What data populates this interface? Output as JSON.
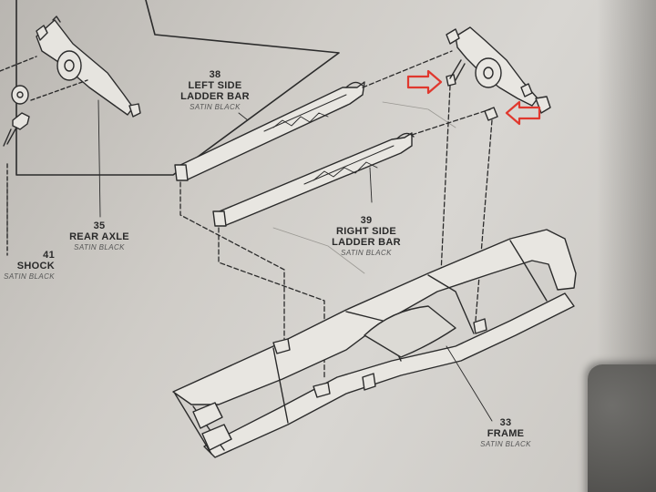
{
  "parts": [
    {
      "id": "left-ladder-bar",
      "number": "38",
      "name_line1": "LEFT SIDE",
      "name_line2": "LADDER BAR",
      "finish": "SATIN BLACK"
    },
    {
      "id": "right-ladder-bar",
      "number": "39",
      "name_line1": "RIGHT SIDE",
      "name_line2": "LADDER BAR",
      "finish": "SATIN BLACK"
    },
    {
      "id": "rear-axle",
      "number": "35",
      "name": "REAR AXLE",
      "finish": "SATIN BLACK"
    },
    {
      "id": "shock",
      "number": "41",
      "name": "SHOCK",
      "finish": "SATIN BLACK"
    },
    {
      "id": "frame",
      "number": "33",
      "name": "FRAME",
      "finish": "SATIN BLACK"
    }
  ],
  "colors": {
    "line": "#2b2b2b",
    "paper": "#d6d4cf",
    "arrow": "#e0382e"
  },
  "annotations": [
    "red-arrow-right",
    "red-arrow-left"
  ]
}
